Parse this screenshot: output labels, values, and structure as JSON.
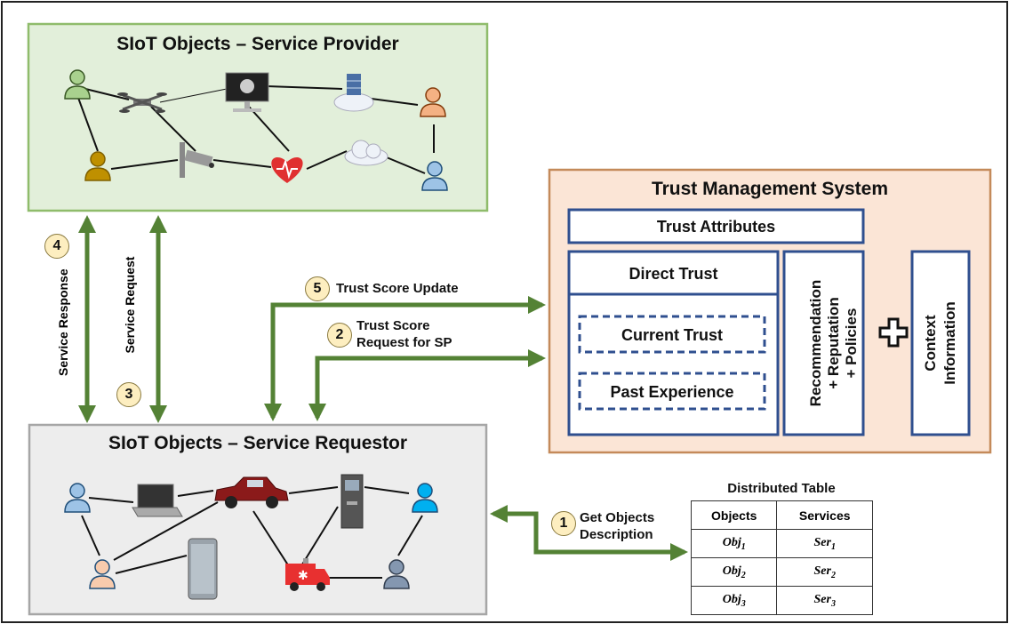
{
  "provider": {
    "title": "SIoT Objects – Service Provider",
    "nodes": [
      "person-green",
      "drone",
      "monitor",
      "server-cloud",
      "person-orange",
      "person-gold",
      "camera",
      "heart",
      "cloud",
      "person-blue"
    ]
  },
  "requestor": {
    "title": "SIoT Objects – Service Requestor",
    "nodes": [
      "person-blue",
      "laptop",
      "car",
      "kiosk",
      "person-cyan",
      "person-pink",
      "phone",
      "ambulance",
      "person-gray"
    ]
  },
  "tms": {
    "title": "Trust Management System",
    "attributes": "Trust Attributes",
    "direct": "Direct Trust",
    "current": "Current Trust",
    "past": "Past Experience",
    "recommendation": [
      "Recommendation",
      "+ Reputation",
      "+ Policies"
    ],
    "context": [
      "Context",
      "Information"
    ]
  },
  "steps": {
    "s1": {
      "num": "1",
      "text": [
        "Get Objects",
        "Description"
      ]
    },
    "s2": {
      "num": "2",
      "text": [
        "Trust Score",
        "Request for SP"
      ]
    },
    "s3": {
      "num": "3",
      "text": "Service Request"
    },
    "s4": {
      "num": "4",
      "text": "Service Response"
    },
    "s5": {
      "num": "5",
      "text": "Trust Score Update"
    }
  },
  "table": {
    "title": "Distributed Table",
    "headers": [
      "Objects",
      "Services"
    ],
    "rows": [
      {
        "obj": "Obj",
        "obj_sub": "1",
        "ser": "Ser",
        "ser_sub": "1"
      },
      {
        "obj": "Obj",
        "obj_sub": "2",
        "ser": "Ser",
        "ser_sub": "2"
      },
      {
        "obj": "Obj",
        "obj_sub": "3",
        "ser": "Ser",
        "ser_sub": "3"
      }
    ]
  },
  "colors": {
    "arrow": "#548235",
    "provider_bg": "#e2efda",
    "provider_border": "#8fbc6b",
    "requestor_bg": "#ededed",
    "requestor_border": "#a6a6a6",
    "tms_bg": "#fbe5d6",
    "tms_border": "#c48a5a",
    "inner_border": "#2f4f8f"
  }
}
